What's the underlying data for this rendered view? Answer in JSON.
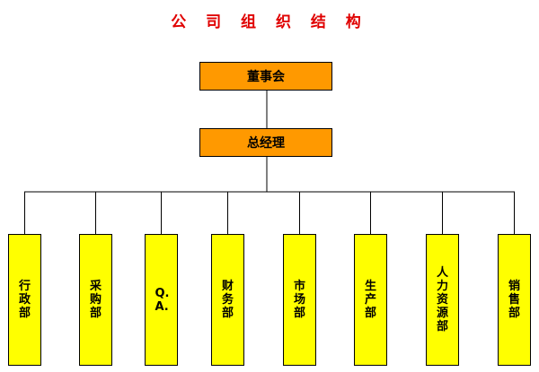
{
  "title": "公 司 组 织 结 构",
  "colors": {
    "title": "#e00000",
    "top_box_fill": "#ff9900",
    "dept_box_fill": "#ffff00",
    "line": "#000000"
  },
  "board": {
    "label": "董事会"
  },
  "gm": {
    "label": "总经理"
  },
  "departments": [
    {
      "label": "行政部"
    },
    {
      "label": "采购部"
    },
    {
      "label": "Q.A."
    },
    {
      "label": "财务部"
    },
    {
      "label": "市场部"
    },
    {
      "label": "生产部"
    },
    {
      "label": "人力资源部"
    },
    {
      "label": "销售部"
    }
  ]
}
